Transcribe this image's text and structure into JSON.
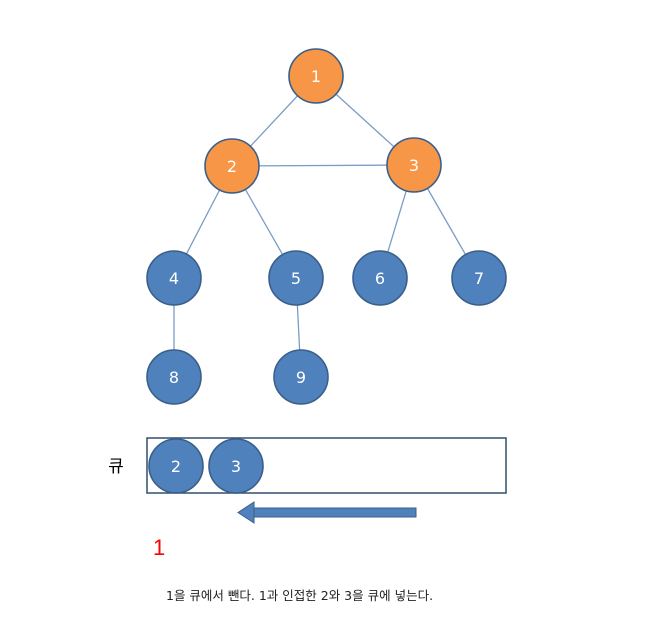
{
  "colors": {
    "visited": "#F79646",
    "unvisited": "#4F81BD",
    "node_stroke": "#3A5F8A",
    "edge": "#7A9CC6",
    "queue_border": "#2F4F6F",
    "arrow": "#4F81BD",
    "dequeued_text": "#FF0000",
    "node_text": "#FFFFFF"
  },
  "graph": {
    "nodes": [
      {
        "id": "1",
        "label": "1",
        "state": "visited"
      },
      {
        "id": "2",
        "label": "2",
        "state": "visited"
      },
      {
        "id": "3",
        "label": "3",
        "state": "visited"
      },
      {
        "id": "4",
        "label": "4",
        "state": "unvisited"
      },
      {
        "id": "5",
        "label": "5",
        "state": "unvisited"
      },
      {
        "id": "6",
        "label": "6",
        "state": "unvisited"
      },
      {
        "id": "7",
        "label": "7",
        "state": "unvisited"
      },
      {
        "id": "8",
        "label": "8",
        "state": "unvisited"
      },
      {
        "id": "9",
        "label": "9",
        "state": "unvisited"
      }
    ],
    "edges": [
      [
        "1",
        "2"
      ],
      [
        "1",
        "3"
      ],
      [
        "2",
        "3"
      ],
      [
        "2",
        "4"
      ],
      [
        "2",
        "5"
      ],
      [
        "3",
        "6"
      ],
      [
        "3",
        "7"
      ],
      [
        "4",
        "8"
      ],
      [
        "5",
        "9"
      ]
    ]
  },
  "queue": {
    "label": "큐",
    "items": [
      "2",
      "3"
    ]
  },
  "dequeued": "1",
  "caption": "1을 큐에서 뺀다. 1과 인접한 2와 3을 큐에 넣는다."
}
